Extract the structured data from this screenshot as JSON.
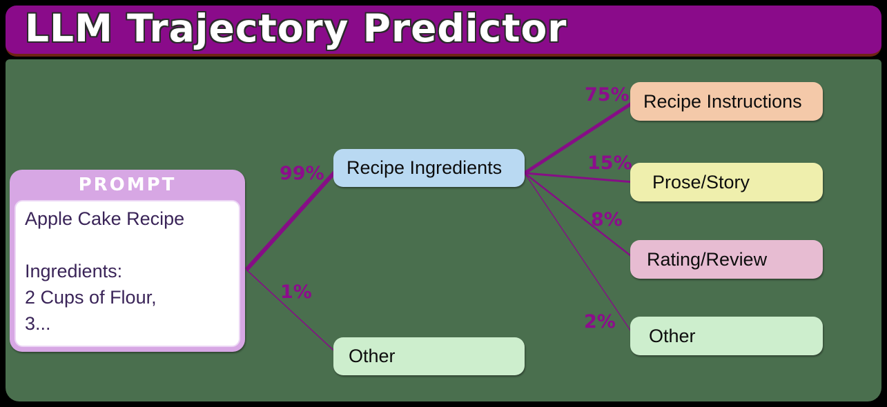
{
  "header": {
    "title": "LLM Trajectory Predictor"
  },
  "prompt": {
    "title": "PROMPT",
    "lines": [
      "Apple Cake Recipe",
      "",
      "Ingredients:",
      "2 Cups of Flour,",
      "3..."
    ]
  },
  "tree": {
    "level1": [
      {
        "label": "Recipe Ingredients",
        "probability": "99%"
      },
      {
        "label": "Other",
        "probability": "1%"
      }
    ],
    "level2": [
      {
        "label": "Recipe Instructions",
        "probability": "75%"
      },
      {
        "label": "Prose/Story",
        "probability": "15%"
      },
      {
        "label": "Rating/Review",
        "probability": "8%"
      },
      {
        "label": "Other",
        "probability": "2%"
      }
    ]
  },
  "colors": {
    "header_bg": "#8a0b8a",
    "header_border": "#6e2414",
    "canvas_bg": "#4a6f4e",
    "edge": "#860e86",
    "percent_text": "#8c0d8c",
    "prompt_bg": "#d7a7e4",
    "prompt_text": "#3a2458",
    "node_recipe_ingredients": "#b9d9f2",
    "node_recipe_instructions": "#f4c9a9",
    "node_prose_story": "#efefad",
    "node_rating_review": "#e7bcd2",
    "node_other": "#cdeecd"
  }
}
